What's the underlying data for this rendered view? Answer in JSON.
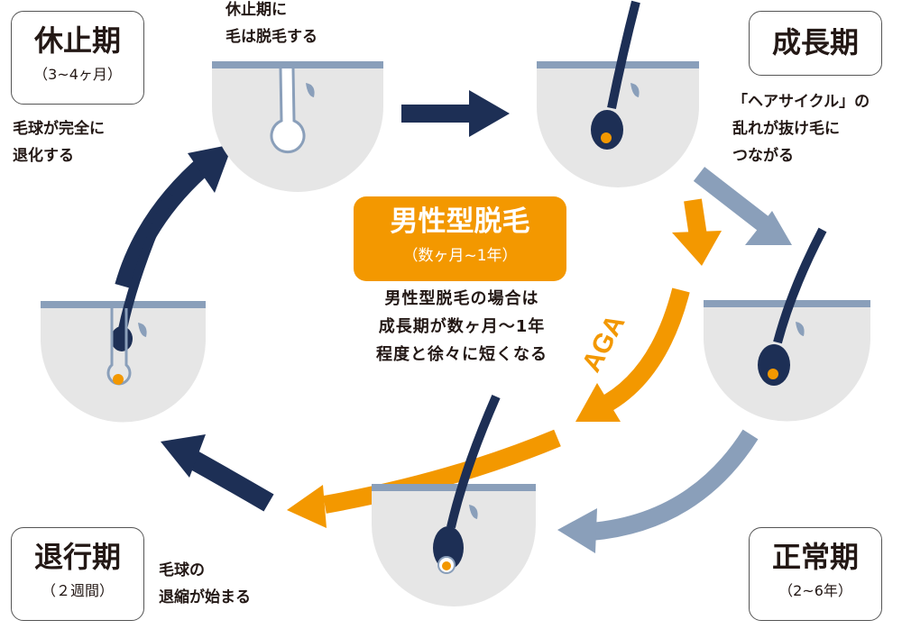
{
  "phases": {
    "telogen": {
      "title": "休止期",
      "sub": "（3~4ヶ月）"
    },
    "anagen": {
      "title": "成長期"
    },
    "normal": {
      "title": "正常期",
      "sub": "（2~6年）"
    },
    "catagen": {
      "title": "退行期",
      "sub": "（２週間）"
    }
  },
  "notes": {
    "telogen_shed": "休止期に\n毛は脱毛する",
    "telogen_bulb": "毛球が完全に\n退化する",
    "anagen": "「ヘアサイクル」の\n乱れが抜け毛に\nつながる",
    "catagen": "毛球の\n退縮が始まる"
  },
  "center": {
    "title": "男性型脱毛",
    "sub": "（数ヶ月~1年）",
    "note": "男性型脱毛の場合は\n成長期が数ヶ月～1年\n程度と徐々に短くなる"
  },
  "aga_label": "AGA",
  "colors": {
    "navy": "#1d2f55",
    "orange": "#f39800",
    "blue_gray": "#8a9fba",
    "skin": "#e6e6e6"
  },
  "icons": [
    "hair-follicle-icon",
    "arrow-icon"
  ]
}
